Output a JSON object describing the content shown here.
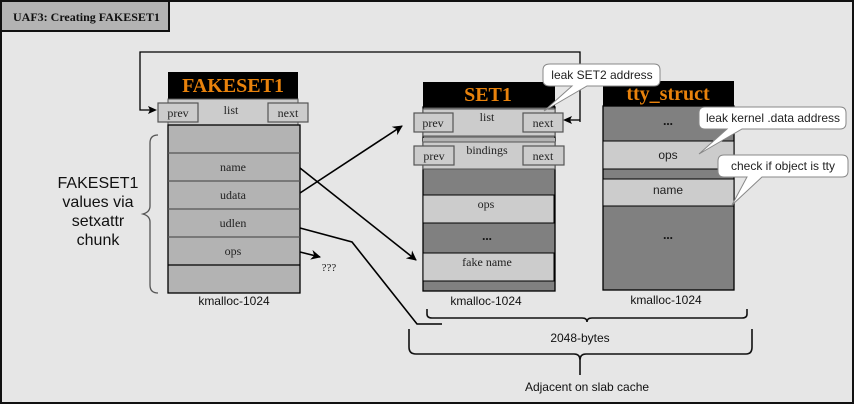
{
  "title": "UAF3: Creating FAKESET1",
  "fakeset": {
    "header": "FAKESET1",
    "list_label": "list",
    "prev": "prev",
    "next": "next",
    "fields": [
      "",
      "name",
      "udata",
      "udlen",
      "ops",
      ""
    ],
    "footer": "kmalloc-1024",
    "ops_target": "???"
  },
  "fakeset_note": {
    "lines": [
      "FAKESET1",
      "values via",
      "setxattr",
      "chunk"
    ]
  },
  "set1": {
    "header": "SET1",
    "list_label": "list",
    "bindings_label": "bindings",
    "prev": "prev",
    "next": "next",
    "ops": "ops",
    "ellipsis": "...",
    "fake_name": "fake name",
    "footer": "kmalloc-1024"
  },
  "tty": {
    "header": "tty_struct",
    "ellipsis_top": "...",
    "ops": "ops",
    "name": "name",
    "ellipsis_bottom": "...",
    "footer": "kmalloc-1024"
  },
  "callouts": {
    "leak_set2": "leak SET2 address",
    "leak_kernel": "leak kernel .data address",
    "check_tty": "check if object is tty"
  },
  "braces": {
    "pair_label": "2048-bytes",
    "adjacent_label": "Adjacent on slab cache"
  },
  "colors": {
    "header_bg": "#000000",
    "header_text": "#e8820c",
    "light_cell": "#cccccc",
    "mid_cell": "#b3b3b3",
    "dark_cell": "#808080",
    "background": "#e6e6e6"
  }
}
